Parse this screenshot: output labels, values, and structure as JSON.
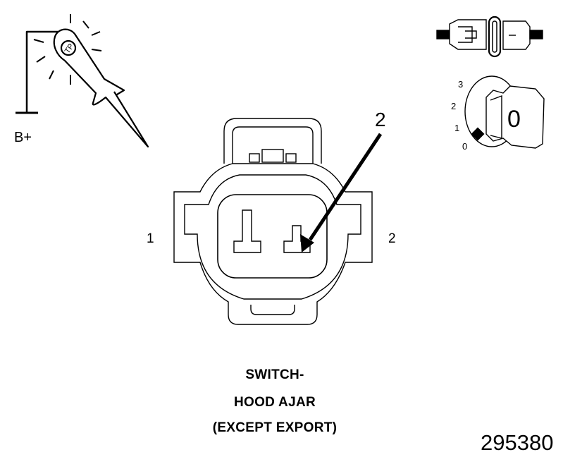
{
  "supply": {
    "label": "B+"
  },
  "connector": {
    "pin_left_label": "1",
    "pin_right_label": "2"
  },
  "callout": {
    "label": "2"
  },
  "ignition": {
    "positions": [
      "3",
      "2",
      "1",
      "0"
    ],
    "key_position_label": "0"
  },
  "caption": {
    "line1": "SWITCH-",
    "line2": "HOOD AJAR",
    "line3": "(EXCEPT EXPORT)"
  },
  "figure_number": "295380",
  "icons": {
    "test_light": "test-light-probe-icon",
    "ground": "ground-symbol-icon",
    "connector_disconnected": "disconnected-connector-icon",
    "ignition": "ignition-key-icon"
  }
}
